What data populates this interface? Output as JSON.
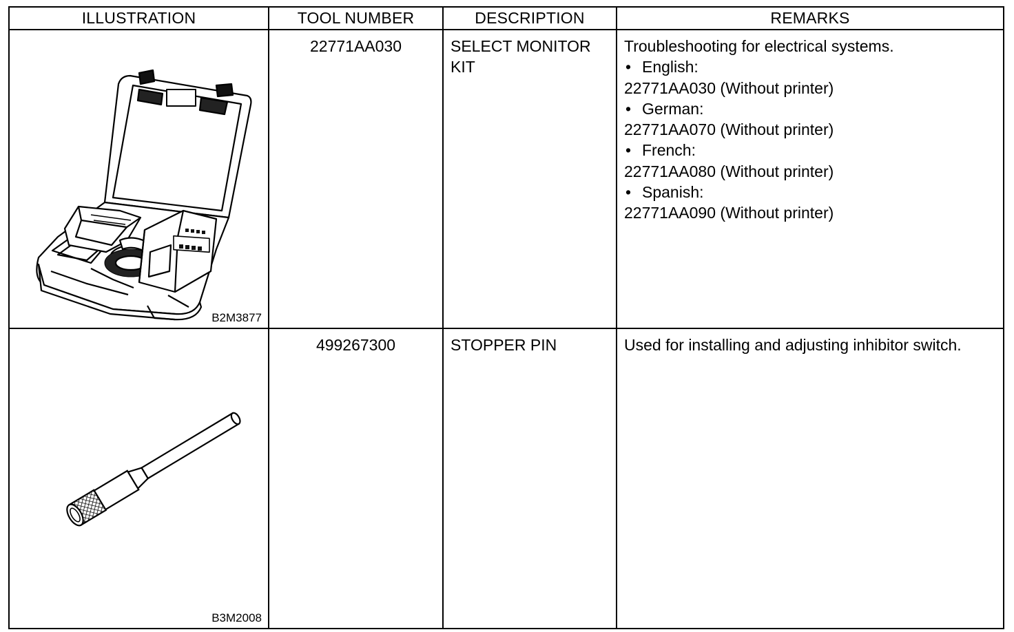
{
  "headers": [
    "ILLUSTRATION",
    "TOOL NUMBER",
    "DESCRIPTION",
    "REMARKS"
  ],
  "rows": [
    {
      "figure_code": "B2M3877",
      "figure_icon": "select-monitor-kit-case-icon",
      "tool_number": "22771AA030",
      "description_lines": [
        "SELECT MONITOR",
        "KIT"
      ],
      "remarks_intro": "Troubleshooting for electrical systems.",
      "remarks_items": [
        {
          "language": "English:",
          "part": "22771AA030 (Without printer)"
        },
        {
          "language": "German:",
          "part": "22771AA070 (Without printer)"
        },
        {
          "language": "French:",
          "part": "22771AA080 (Without printer)"
        },
        {
          "language": "Spanish:",
          "part": "22771AA090 (Without printer)"
        }
      ]
    },
    {
      "figure_code": "B3M2008",
      "figure_icon": "stopper-pin-icon",
      "tool_number": "499267300",
      "description_lines": [
        "STOPPER PIN"
      ],
      "remarks_intro": "Used for installing and adjusting inhibitor switch.",
      "remarks_items": []
    }
  ]
}
